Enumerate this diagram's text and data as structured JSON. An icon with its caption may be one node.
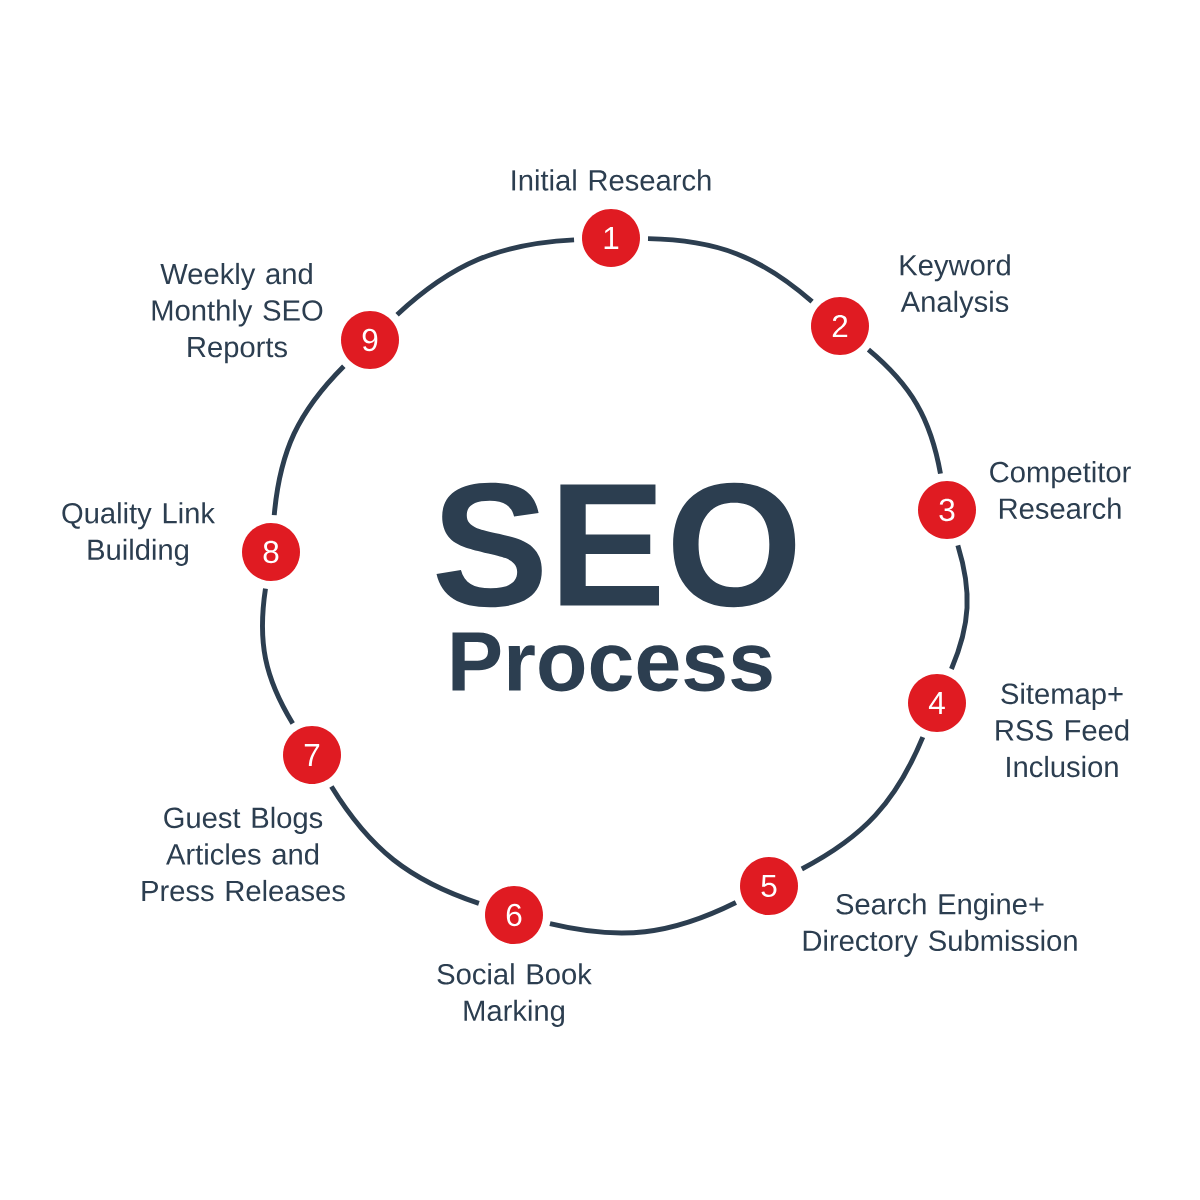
{
  "diagram": {
    "nodes": [
      {
        "text": [
          "1"
        ],
        "beside": [
          "Initial Research"
        ]
      },
      {
        "text": [
          "2"
        ],
        "beside": [
          "Keyword Analysis"
        ]
      },
      {
        "text": [
          "3"
        ],
        "beside": [
          "Competitor Research"
        ]
      },
      {
        "text": [
          "4"
        ],
        "beside": [
          "Sitemap+ RSS Feed Inclusion"
        ]
      },
      {
        "text": [
          "5"
        ],
        "beside": [
          "Search Engine+ Directory Submission"
        ]
      },
      {
        "text": [
          "6"
        ],
        "beside": [
          "Social Book Marking"
        ]
      },
      {
        "text": [
          "7"
        ],
        "beside": [
          "Guest Blogs Articles and Press Releases"
        ]
      },
      {
        "text": [
          "8"
        ],
        "beside": [
          "Quality Link Building"
        ]
      },
      {
        "text": [
          "9"
        ],
        "beside": [
          "Weekly and Monthly SEO Reports"
        ]
      }
    ],
    "edges": [
      {
        "from": 0,
        "to": 1,
        "arrow": "none"
      },
      {
        "from": 1,
        "to": 2,
        "arrow": "none"
      },
      {
        "from": 2,
        "to": 3,
        "arrow": "none"
      },
      {
        "from": 3,
        "to": 4,
        "arrow": "none"
      },
      {
        "from": 4,
        "to": 5,
        "arrow": "none"
      },
      {
        "from": 5,
        "to": 6,
        "arrow": "none"
      },
      {
        "from": 6,
        "to": 7,
        "arrow": "none"
      },
      {
        "from": 7,
        "to": 8,
        "arrow": "none"
      },
      {
        "from": 8,
        "to": 0,
        "arrow": "none"
      }
    ],
    "labels": [
      "SEO",
      "Process"
    ]
  }
}
